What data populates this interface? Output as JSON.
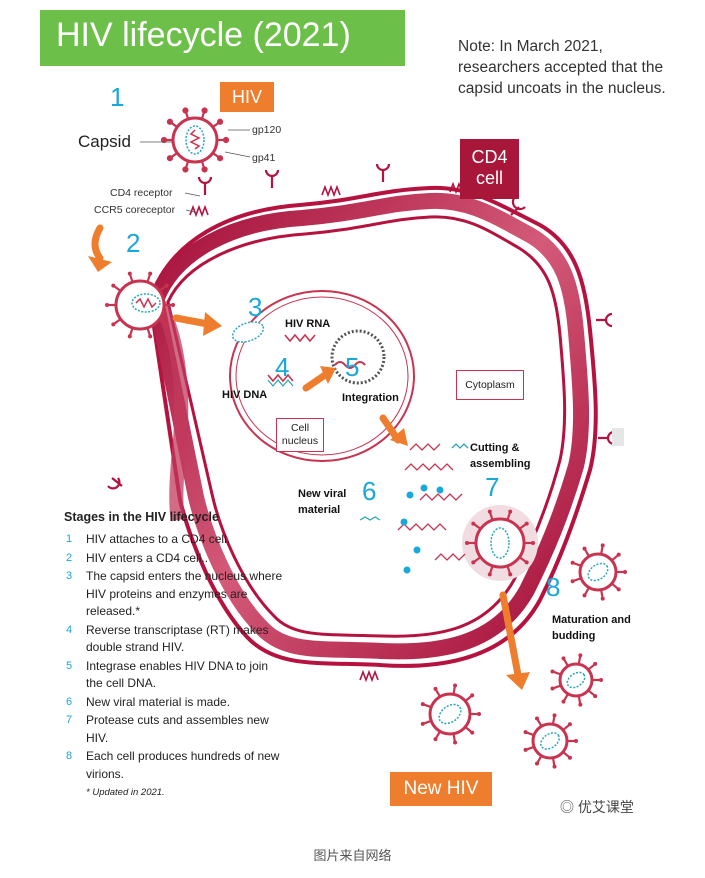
{
  "title": "HIV lifecycle (2021)",
  "note": "Note: In March 2021, researchers accepted that the capsid uncoats in the nucleus.",
  "labels": {
    "hiv": "HIV",
    "capsid": "Capsid",
    "gp120": "gp120",
    "gp41": "gp41",
    "cd4_cell": "CD4 cell",
    "cd4_receptor": "CD4 receptor",
    "ccr5": "CCR5 coreceptor",
    "hiv_rna": "HIV RNA",
    "hiv_dna": "HIV DNA",
    "integration": "Integration",
    "cell_nucleus": "Cell nucleus",
    "cytoplasm": "Cytoplasm",
    "cutting_assembling": "Cutting & assembling",
    "new_viral_material": "New viral material",
    "maturation_budding": "Maturation and budding",
    "new_hiv": "New HIV"
  },
  "step_numbers": [
    "1",
    "2",
    "3",
    "4",
    "5",
    "6",
    "7",
    "8"
  ],
  "stages": {
    "title": "Stages in the HIV lifecycle",
    "items": [
      {
        "num": "1",
        "text": "HIV attaches to a CD4 cell."
      },
      {
        "num": "2",
        "text": "HIV enters a CD4 cell.."
      },
      {
        "num": "3",
        "text": "The capsid enters the nucleus where HIV proteins and enzymes are released.*"
      },
      {
        "num": "4",
        "text": "Reverse transcriptase (RT) makes double strand HIV."
      },
      {
        "num": "5",
        "text": "Integrase enables HIV DNA to join the cell DNA."
      },
      {
        "num": "6",
        "text": "New viral material is made."
      },
      {
        "num": "7",
        "text": "Protease cuts and assembles new HIV."
      },
      {
        "num": "8",
        "text": "Each cell produces hundreds of new virions."
      }
    ],
    "footnote": "* Updated in 2021."
  },
  "watermark": "优艾课堂",
  "credit": "图片来自网络",
  "colors": {
    "title_green": "#6cc04a",
    "membrane_red": "#b5123f",
    "orange": "#ee7d2e",
    "number_blue": "#1aa7d9",
    "cd4_tag": "#a8163a"
  }
}
